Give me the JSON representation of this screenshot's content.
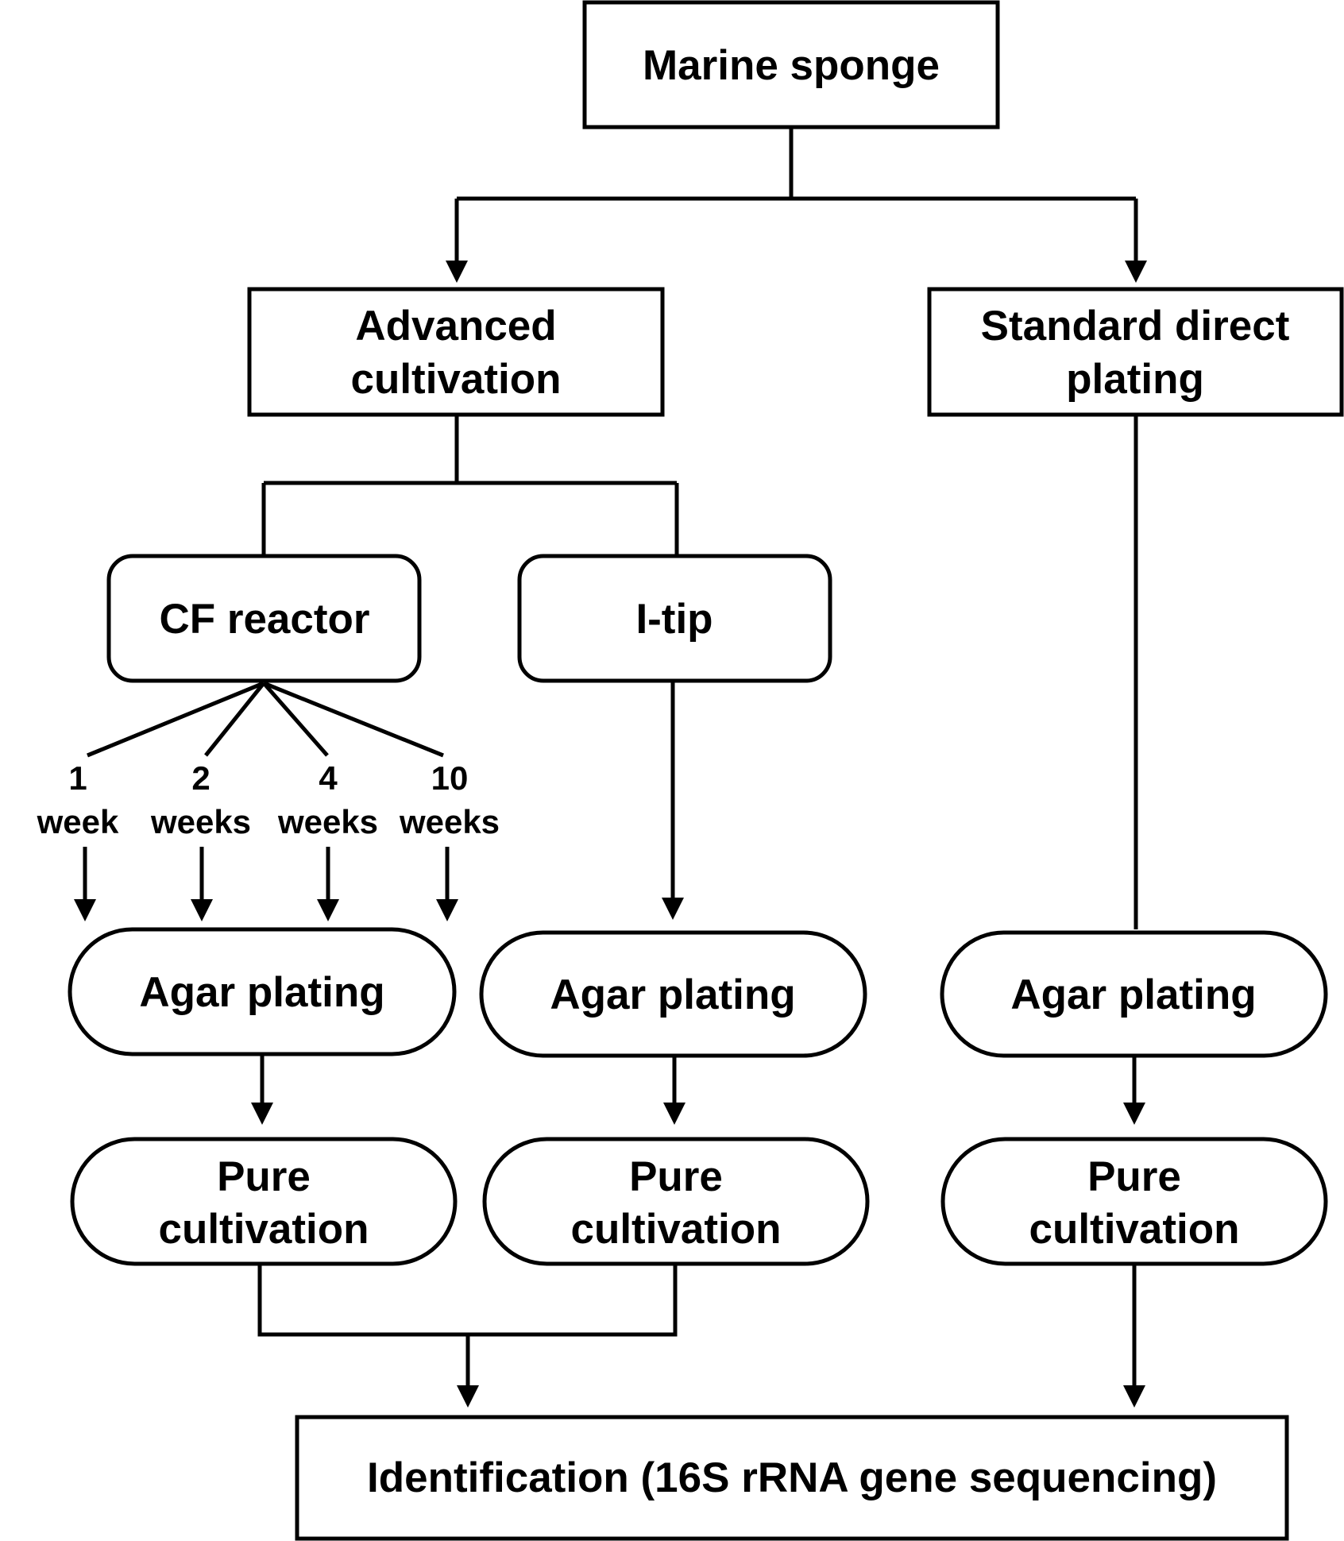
{
  "nodes": {
    "marine_sponge": "Marine sponge",
    "advanced_cultivation": [
      "Advanced",
      "cultivation"
    ],
    "standard_direct_plating": [
      "Standard direct",
      "plating"
    ],
    "cf_reactor": "CF reactor",
    "i_tip": "I-tip",
    "agar_plating_cf": "Agar plating",
    "agar_plating_itip": "Agar plating",
    "agar_plating_standard": "Agar plating",
    "pure_cultivation_cf": [
      "Pure",
      "cultivation"
    ],
    "pure_cultivation_itip": [
      "Pure",
      "cultivation"
    ],
    "pure_cultivation_standard": [
      "Pure",
      "cultivation"
    ],
    "identification": "Identification (16S rRNA gene sequencing)"
  },
  "timepoints": [
    {
      "num": "1",
      "unit": "week"
    },
    {
      "num": "2",
      "unit": "weeks"
    },
    {
      "num": "4",
      "unit": "weeks"
    },
    {
      "num": "10",
      "unit": "weeks"
    }
  ]
}
